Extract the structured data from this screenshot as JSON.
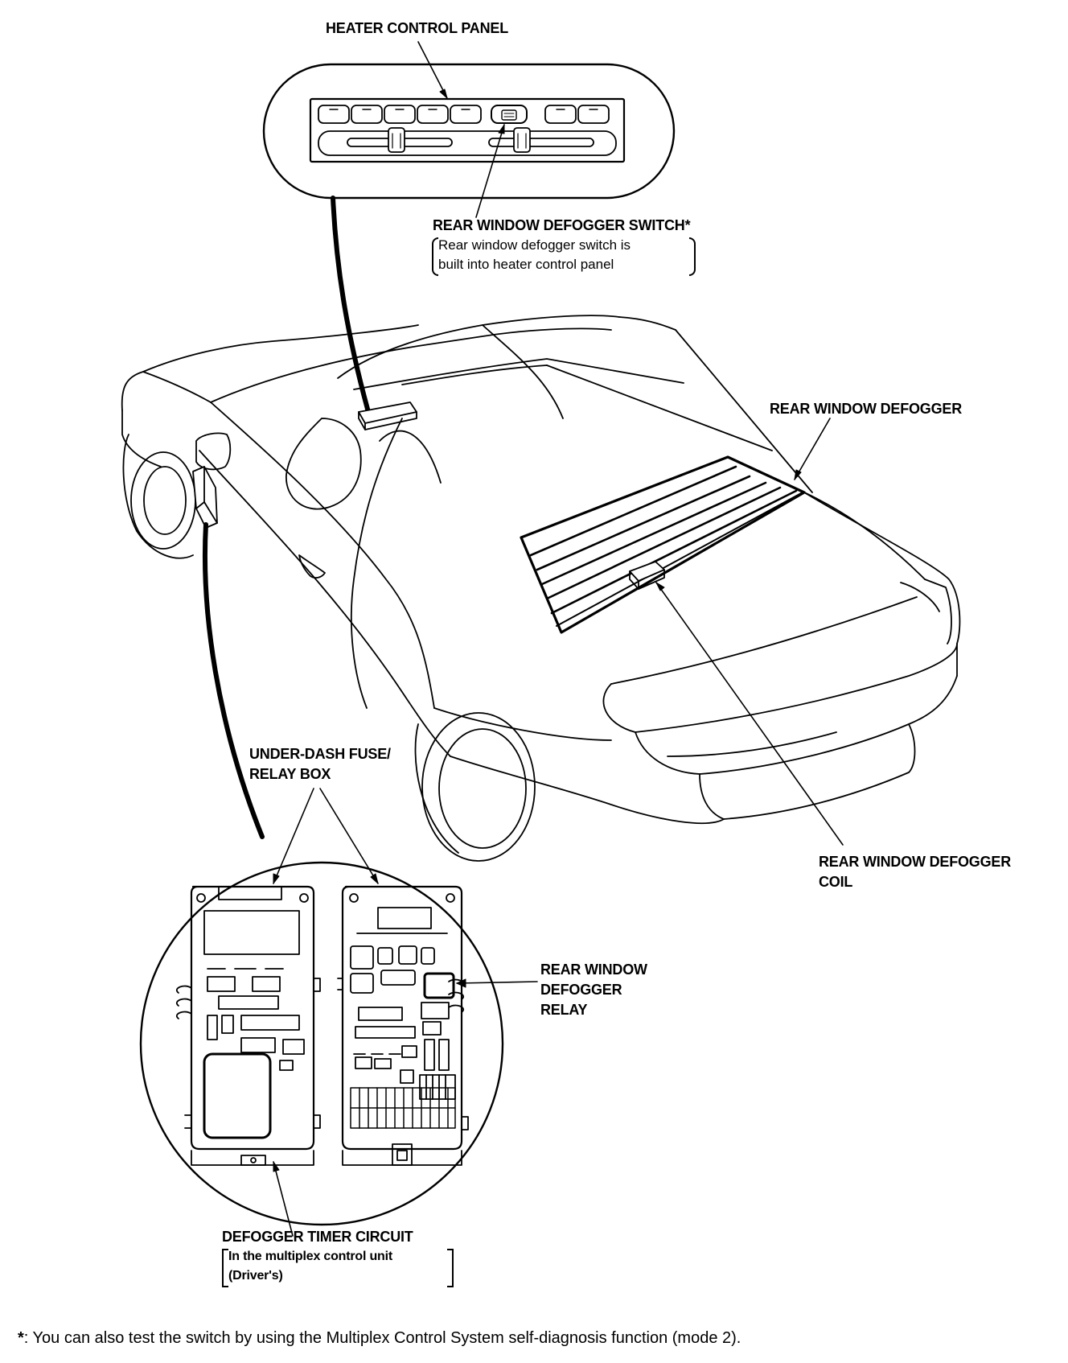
{
  "labels": {
    "heater_control_panel": "HEATER CONTROL PANEL",
    "rear_window_defogger_switch": "REAR WINDOW DEFOGGER SWITCH*",
    "switch_note_line1": "Rear window defogger switch is",
    "switch_note_line2": "built into heater control panel",
    "rear_window_defogger": "REAR WINDOW DEFOGGER",
    "under_dash_line1": "UNDER-DASH FUSE/",
    "under_dash_line2": "RELAY BOX",
    "defogger_coil_line1": "REAR WINDOW DEFOGGER",
    "defogger_coil_line2": "COIL",
    "relay_line1": "REAR WINDOW",
    "relay_line2": "DEFOGGER",
    "relay_line3": "RELAY",
    "timer_circuit": "DEFOGGER TIMER CIRCUIT",
    "timer_note_line1": "In the multiplex control unit",
    "timer_note_line2": "(Driver's)"
  },
  "footnote": {
    "marker": "*",
    "text": ": You can also test the switch by using the Multiplex Control System self-diagnosis function (mode 2)."
  }
}
